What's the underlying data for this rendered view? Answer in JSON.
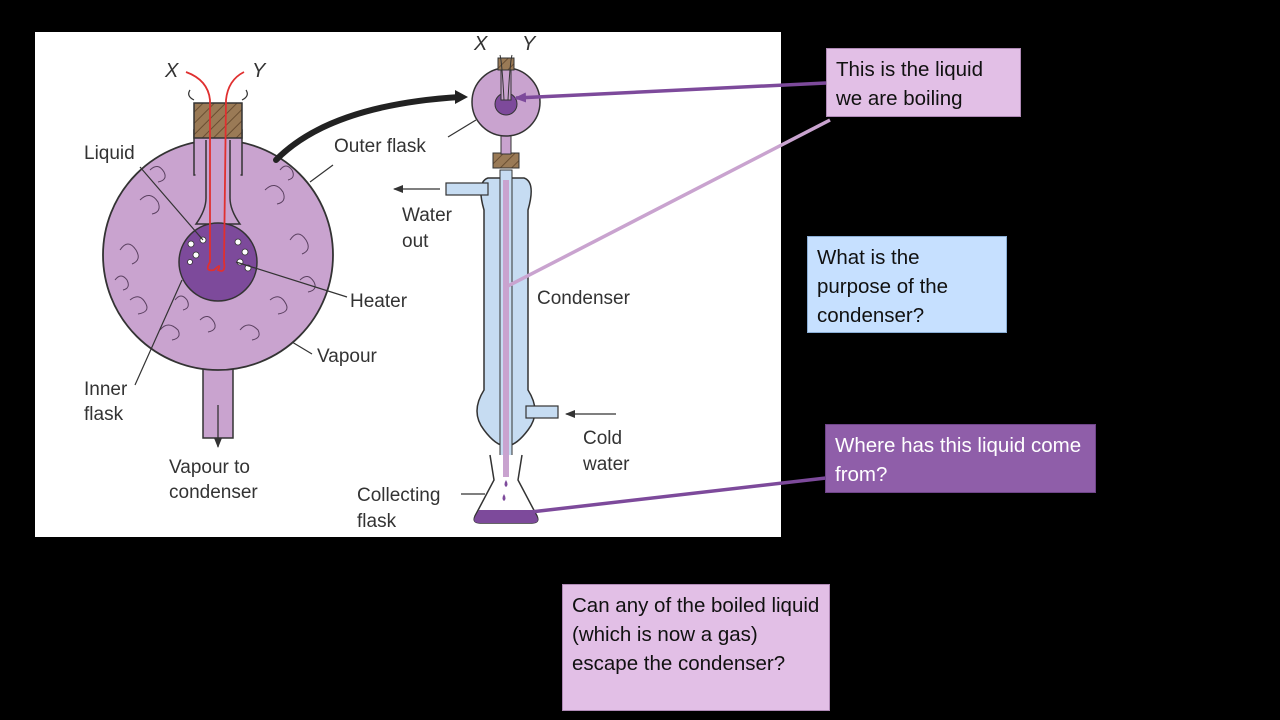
{
  "diagram": {
    "labels": {
      "x_left": "X",
      "y_left": "Y",
      "x_right": "X",
      "y_right": "Y",
      "liquid": "Liquid",
      "outer_flask": "Outer flask",
      "heater": "Heater",
      "vapour": "Vapour",
      "inner_flask_1": "Inner",
      "inner_flask_2": "flask",
      "vapour_to_1": "Vapour to",
      "vapour_to_2": "condenser",
      "water_out_1": "Water",
      "water_out_2": "out",
      "condenser": "Condenser",
      "cold_water_1": "Cold",
      "cold_water_2": "water",
      "collecting_1": "Collecting",
      "collecting_2": "flask"
    }
  },
  "callouts": {
    "boiling_liquid": "This is the liquid we are boiling",
    "condenser_purpose": "What is the purpose of the condenser?",
    "liquid_origin": "Where has this liquid come from?",
    "gas_escape": "Can any of the boiled liquid (which is now a gas) escape the condenser?"
  },
  "colors": {
    "background": "#000000",
    "flask_purple": "#c9a3cf",
    "liquid_purple": "#7d4a9b",
    "condenser_blue": "#c6dcf2",
    "heater_red": "#e03030",
    "cork_brown": "#9a7a56"
  }
}
